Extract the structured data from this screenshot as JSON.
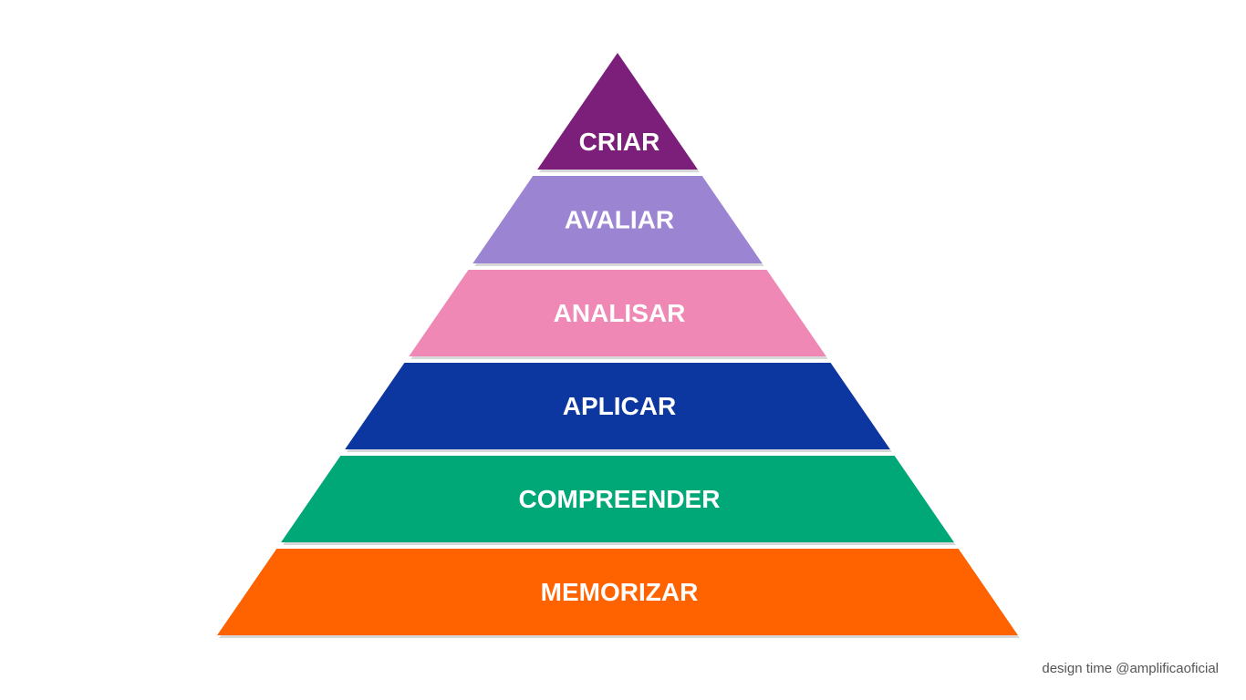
{
  "pyramid": {
    "tiers": [
      {
        "label": "CRIAR",
        "color": "#7b1f7a"
      },
      {
        "label": "AVALIAR",
        "color": "#9b84d2"
      },
      {
        "label": "ANALISAR",
        "color": "#f088b6"
      },
      {
        "label": "APLICAR",
        "color": "#0c36a0"
      },
      {
        "label": "COMPREENDER",
        "color": "#00a878"
      },
      {
        "label": "MEMORIZAR",
        "color": "#ff6300"
      }
    ],
    "shadow_color": "#b8b8b8"
  },
  "credit": "design time @amplificaoficial"
}
